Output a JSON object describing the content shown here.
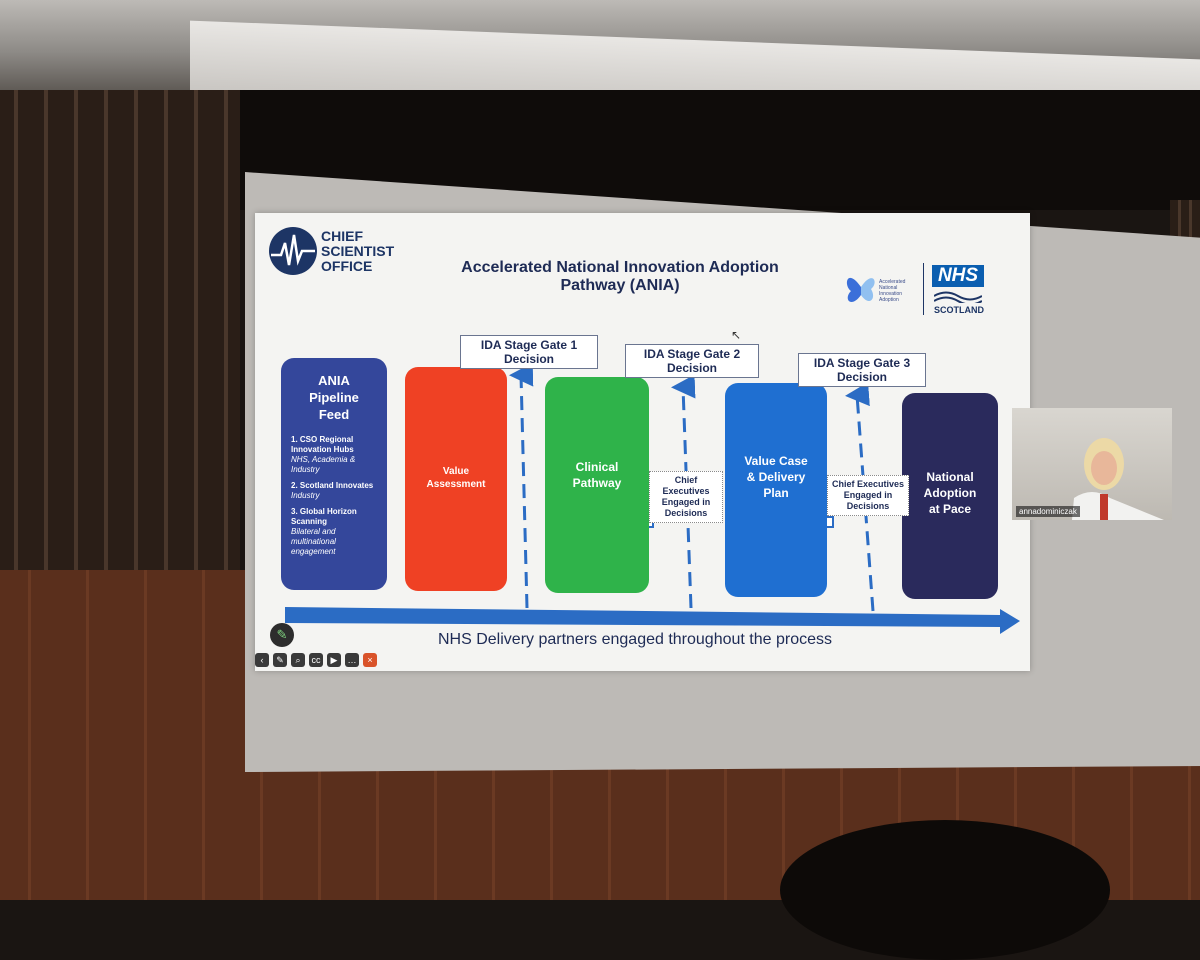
{
  "slide": {
    "logo": {
      "line1": "CHIEF",
      "line2": "SCIENTIST",
      "line3": "OFFICE"
    },
    "title_line1": "Accelerated National Innovation Adoption",
    "title_line2": "Pathway (ANIA)",
    "ania_logo_text": [
      "Accelerated",
      "National",
      "Innovation",
      "Adoption"
    ],
    "nhs": {
      "mark": "NHS",
      "sub": "SCOTLAND"
    },
    "stages": {
      "pipeline": {
        "title": "ANIA Pipeline Feed",
        "items": [
          {
            "head": "1. CSO Regional Innovation Hubs",
            "detail": "NHS, Academia & Industry"
          },
          {
            "head": "2. Scotland Innovates",
            "detail": "Industry"
          },
          {
            "head": "3. Global Horizon Scanning",
            "detail": "Bilateral and multinational engagement"
          }
        ]
      },
      "value_assessment": "Value Assessment",
      "clinical_pathway": "Clinical Pathway",
      "value_case": "Value Case & Delivery Plan",
      "national_adoption": "National Adoption at Pace"
    },
    "gates": [
      "IDA Stage Gate 1 Decision",
      "IDA Stage Gate 2 Decision",
      "IDA Stage Gate 3 Decision"
    ],
    "chief_exec": "Chief Executives Engaged in Decisions",
    "footer": "NHS Delivery partners engaged throughout the process",
    "toolbar_icons": [
      "back-icon",
      "pen-icon",
      "search-icon",
      "captions-icon",
      "camera-icon",
      "more-icon",
      "exit-icon"
    ]
  },
  "video": {
    "name": "annadominiczak"
  },
  "colors": {
    "navy": "#1e2b55",
    "pipeline": "#34479b",
    "value_assessment": "#ef4124",
    "clinical_pathway": "#2fb34a",
    "value_case": "#1f6fd1",
    "national_adoption": "#2a2a5c",
    "arrow": "#2b6cc4"
  }
}
